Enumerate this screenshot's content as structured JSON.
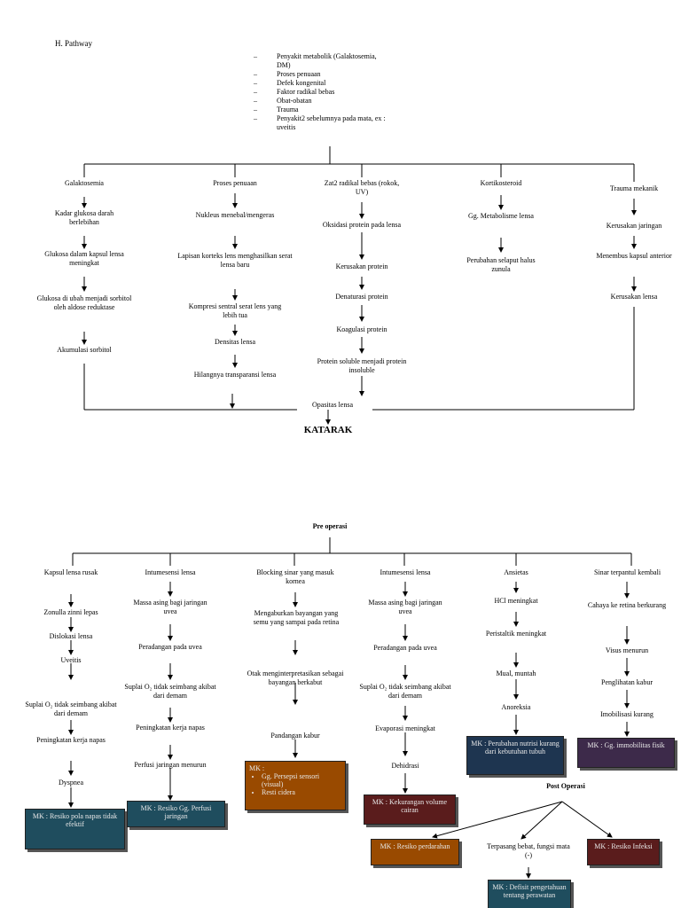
{
  "section_title": "H. Pathway",
  "causes": [
    "Penyakit metabolik (Galaktosemia, DM)",
    "Proses penuaan",
    "Defek kongenital",
    "Faktor radikal bebas",
    "Obat-obatan",
    "Trauma",
    "Penyakit2 sebelumnya pada mata, ex : uveitis"
  ],
  "columns": {
    "galaktosemia": [
      "Galaktosemia",
      "Kadar glukosa darah berlebihan",
      "Glukosa dalam kapsul lensa meningkat",
      "Glukosa di ubah menjadi sorbitol oleh aldose reduktase",
      "Akumulasi sorbitol"
    ],
    "penuaan": [
      "Proses penuaan",
      "Nukleus menebal/mengeras",
      "Lapisan korteks lens menghasilkan serat lensa baru",
      "Kompresi sentral serat lens yang lebih tua",
      "Densitas lensa",
      "Hilangnya transparansi lensa"
    ],
    "radikal": [
      "Zat2 radikal bebas (rokok, UV)",
      "Oksidasi protein pada lensa",
      "Kerusakan protein",
      "Denaturasi protein",
      "Koagulasi protein",
      "Protein soluble menjadi protein insoluble"
    ],
    "kortiko": [
      "Kortikosteroid",
      "Gg. Metabolisme lensa",
      "Perubahan selaput halus zunula"
    ],
    "trauma": [
      "Trauma mekanik",
      "Kerusakan jaringan",
      "Menembus kapsul anterior",
      "Kerusakan lensa"
    ]
  },
  "opasitas": "Opasitas lensa",
  "katarak": "KATARAK",
  "pre_operasi": "Pre operasi",
  "pre": {
    "c1": [
      "Kapsul lensa rusak",
      "Zonulla zinni lepas",
      "Dislokasi lensa",
      "Uveitis",
      "Suplai O₂ tidak seimbang akibat dari demam",
      "Peningkatan kerja napas",
      "Dyspnea"
    ],
    "c2": [
      "Intumesensi lensa",
      "Massa asing bagi jaringan uvea",
      "Peradangan pada uvea",
      "Suplai O₂ tidak seimbang akibat dari demam",
      "Peningkatan kerja napas",
      "Perfusi jaringan menurun"
    ],
    "c3": [
      "Blocking sinar yang masuk kornea",
      "Mengaburkan bayangan yang semu yang sampai pada retina",
      "Otak menginterpretasikan sebagai bayangan berkabut",
      "Pandangan kabur"
    ],
    "c4": [
      "Intumesensi lensa",
      "Massa asing bagi jaringan uvea",
      "Peradangan pada uvea",
      "Suplai O₂ tidak seimbang akibat dari demam",
      "Evaporasi meningkat",
      "Dehidrasi"
    ],
    "c5": [
      "Ansietas",
      "HCl meningkat",
      "Peristaltik meningkat",
      "Mual, muntah",
      "Anoreksia"
    ],
    "c6": [
      "Sinar terpantul kembali",
      "Cahaya ke retina berkurang",
      "Visus menurun",
      "Penglihatan kabur",
      "Imobilisasi kurang"
    ]
  },
  "mk_boxes": {
    "b1": "MK : Resiko pola napas tidak efektif",
    "b2": "MK : Resiko Gg. Perfusi jaringan",
    "b3_head": "MK :",
    "b3_items": [
      "Gg. Persepsi sensori (visual)",
      "Resti cidera"
    ],
    "b4": "MK : Kekurangan volume cairan",
    "b5": "MK : Perubahan nutrisi kurang dari kebutuhan tubuh",
    "b6": "MK : Gg. immobilitas fisik",
    "post_a": "MK : Resiko perdarahan",
    "post_c": "MK : Resiko Infeksi",
    "post_b": "MK : Defisit pengetahuan tentang perawatan"
  },
  "post_operasi": "Post Operasi",
  "post_middle": "Terpasang bebat, fungsi mata (-)",
  "colors": {
    "blue": "#1f4d5e",
    "orange": "#994a00",
    "maroon": "#5a1c1c",
    "navy": "#1e3550",
    "purple": "#3d2a4a"
  }
}
